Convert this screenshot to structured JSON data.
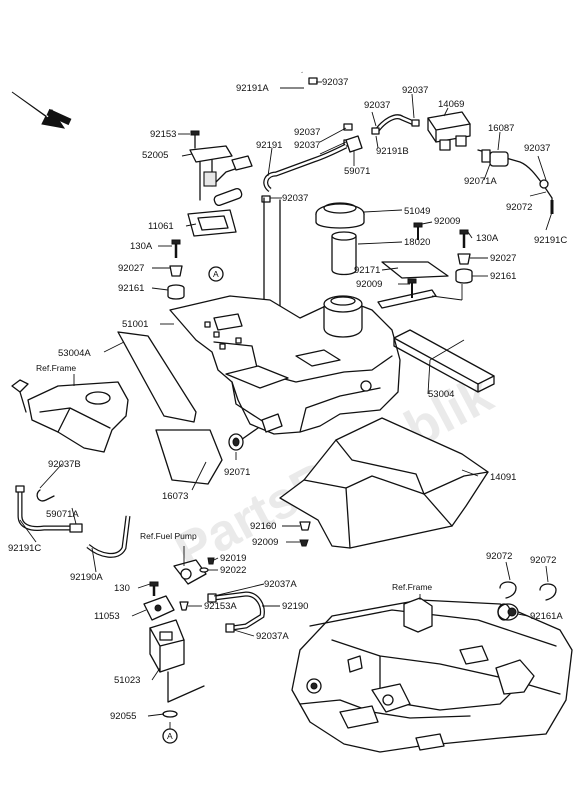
{
  "watermark": "PartsRepublik",
  "refs": {
    "frame": "Ref.Frame",
    "fuel_pump": "Ref.Fuel Pump",
    "circle_a": "A"
  },
  "labels": {
    "p92191A": "92191A",
    "p92037_a": "92037",
    "p92037_b": "92037",
    "p92037_c": "92037",
    "p14069": "14069",
    "p92153": "92153",
    "p92037_d": "92037",
    "p92037_e": "92037",
    "p92191B": "92191B",
    "p16087": "16087",
    "p92037_f": "92037",
    "p52005": "52005",
    "p92191": "92191",
    "p59071": "59071",
    "p92071A": "92071A",
    "p92037_g": "92037",
    "p92072_a": "92072",
    "p51049": "51049",
    "p92009_a": "92009",
    "p11061": "11061",
    "p18020": "18020",
    "p92191C": "92191C",
    "p130A_l": "130A",
    "p130A_r": "130A",
    "p92027_l": "92027",
    "p92171": "92171",
    "p92027_r": "92027",
    "p92161_l": "92161",
    "p92009_b": "92009",
    "p92161_r": "92161",
    "p51001": "51001",
    "p53004A": "53004A",
    "p53004": "53004",
    "p92037B": "92037B",
    "p92071": "92071",
    "p16073": "16073",
    "p14091": "14091",
    "p59071A": "59071A",
    "p92160": "92160",
    "p92009_c": "92009",
    "p92191C_b": "92191C",
    "p92072_b": "92072",
    "p92072_c": "92072",
    "p92190A": "92190A",
    "p92019": "92019",
    "p92022": "92022",
    "p130": "130",
    "p92037A_a": "92037A",
    "p11053": "11053",
    "p92153A": "92153A",
    "p92190": "92190",
    "p92161A": "92161A",
    "p92037A_b": "92037A",
    "p51023": "51023",
    "p92055": "92055"
  }
}
